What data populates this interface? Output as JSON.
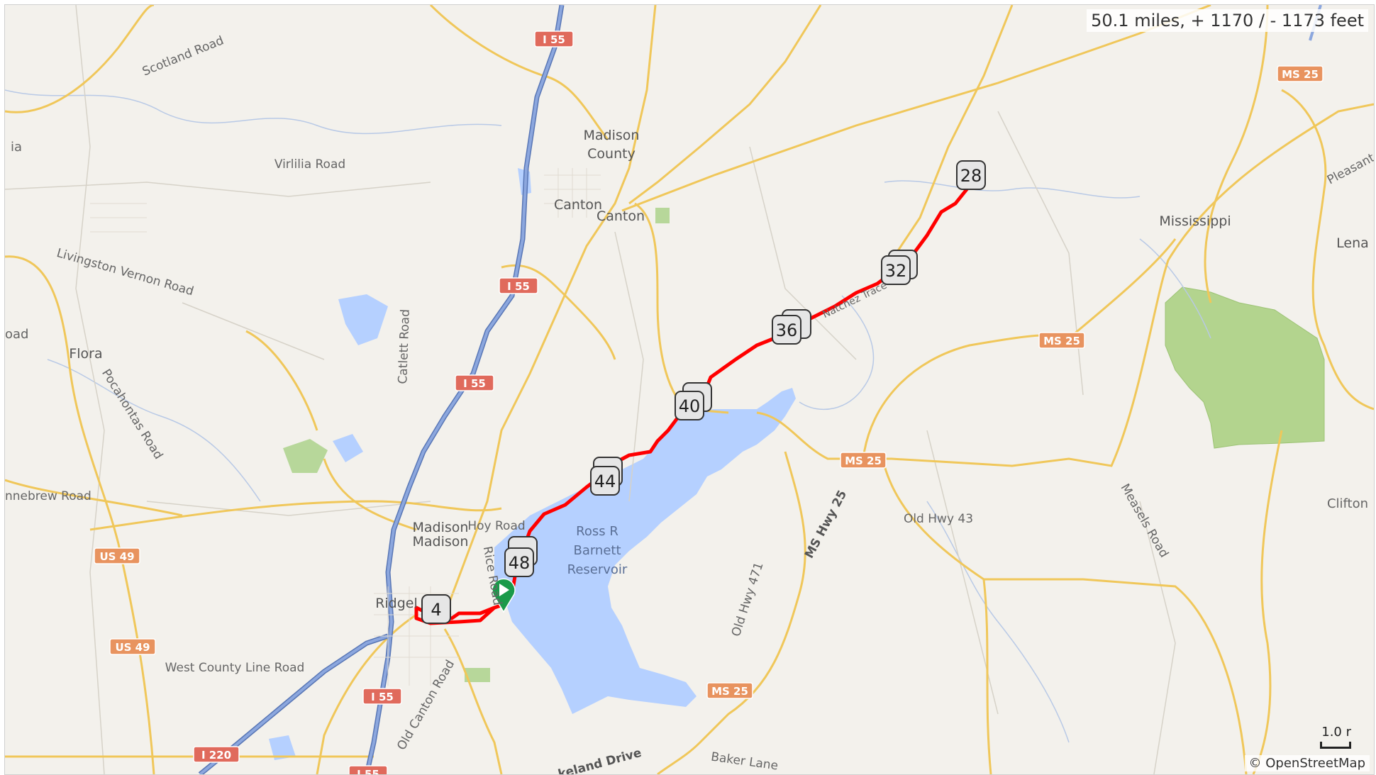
{
  "route_summary": "50.1 miles, + 1170 / - 1173 feet",
  "attribution": "© OpenStreetMap",
  "scale_label": "1.0 r",
  "colors": {
    "route": "#ff0000",
    "water": "#b5d0ff",
    "forest": "#a8cf7e",
    "interstate": "#7b9ad6",
    "primary_road": "#f0c75a",
    "start_marker": "#1a9a4a"
  },
  "start_marker_icon": "play-icon",
  "mile_markers": [
    "28",
    "32",
    "36",
    "40",
    "44",
    "48",
    "4"
  ],
  "labels": {
    "madison_county": "Madison",
    "madison_county2": "County",
    "canton1": "Canton",
    "canton2": "Canton",
    "mississippi": "Mississippi",
    "lena": "Lena",
    "flora": "Flora",
    "madison1": "Madison",
    "madison2": "Madison",
    "ridgeland": "Ridgel",
    "clifton": "Clifton",
    "reservoir1": "Ross R",
    "reservoir2": "Barnett",
    "reservoir3": "Reservoir",
    "scotland_road": "Scotland Road",
    "virlilia_road": "Virlilia Road",
    "livingston_road": "Livingston Vernon Road",
    "pocahontas_road": "Pocahontas Road",
    "catlett_road": "Catlett Road",
    "hoy_road": "Hoy Road",
    "rice_road": "Rice Road",
    "ebrew_road": "nnebrew Road",
    "oad": "oad",
    "west_county_line": "West County Line Road",
    "old_canton_road": "Old Canton Road",
    "lakeland_drive": "keland Drive",
    "baker_lane": "Baker Lane",
    "old_hwy_471": "Old Hwy 471",
    "ms_hwy_25": "MS Hwy 25",
    "old_hwy_43": "Old Hwy 43",
    "measels_road": "Measels Road",
    "pleasant": "Pleasant",
    "ia": "ia",
    "natchez": "Natchez Trace"
  },
  "shields": {
    "i55_a": "I 55",
    "i55_b": "I 55",
    "i55_c": "I 55",
    "i55_d": "I 55",
    "i55_e": "I 55",
    "i220": "I 220",
    "us49_a": "US 49",
    "us49_b": "US 49",
    "ms25_a": "MS 25",
    "ms25_b": "MS 25",
    "ms25_c": "MS 25",
    "ms25_d": "MS 25"
  }
}
